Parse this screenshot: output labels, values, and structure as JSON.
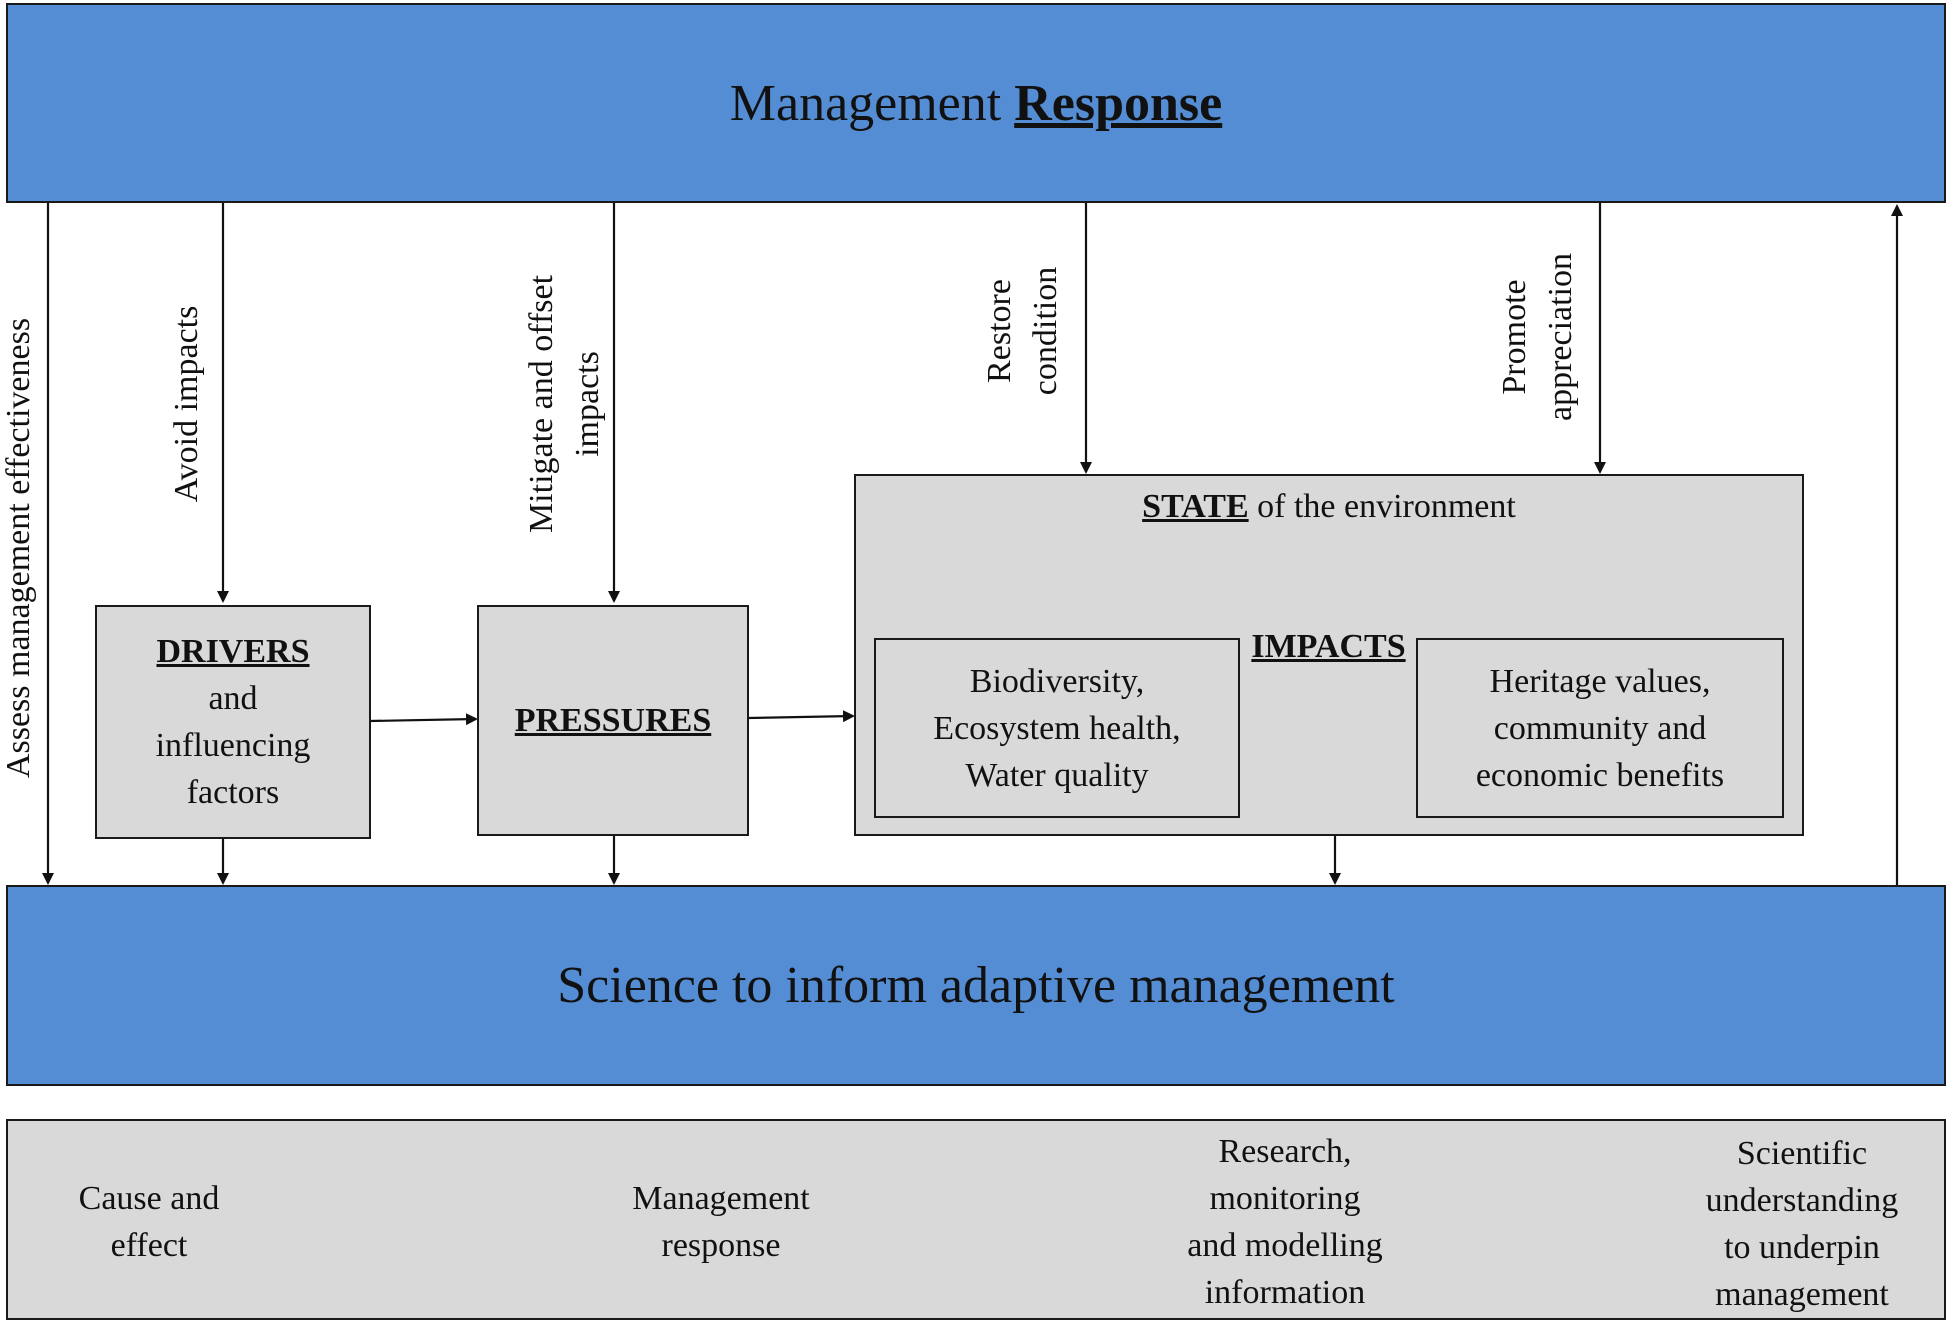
{
  "top_band": {
    "prefix": "Management ",
    "emphasis": "Response"
  },
  "bottom_band": {
    "title": "Science to inform adaptive management"
  },
  "arrow_labels": {
    "assess": "Assess management effectiveness",
    "avoid": "Avoid impacts",
    "mitigate": [
      "Mitigate and offset",
      "impacts"
    ],
    "restore": [
      "Restore",
      "condition"
    ],
    "promote": [
      "Promote",
      "appreciation"
    ]
  },
  "drivers": {
    "title": "DRIVERS",
    "lines": [
      "and",
      "influencing",
      "factors"
    ]
  },
  "pressures": {
    "title": "PRESSURES"
  },
  "state": {
    "title": "STATE",
    "suffix": " of the environment"
  },
  "impacts_label": "IMPACTS",
  "biodiversity": {
    "lines": [
      "Biodiversity,",
      "Ecosystem health,",
      "Water quality"
    ]
  },
  "heritage": {
    "lines": [
      "Heritage values,",
      "community and",
      "economic benefits"
    ]
  },
  "legend": [
    {
      "lines": [
        "Cause and",
        "effect"
      ]
    },
    {
      "lines": [
        "Management",
        "response"
      ]
    },
    {
      "lines": [
        "Research,",
        "monitoring",
        "and modelling",
        "information"
      ]
    },
    {
      "lines": [
        "Scientific",
        "understanding",
        "to underpin",
        "management"
      ]
    }
  ]
}
